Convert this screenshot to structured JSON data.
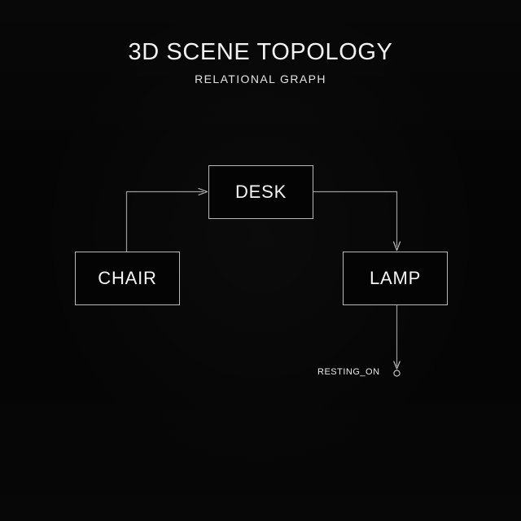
{
  "header": {
    "title": "3D SCENE TOPOLOGY",
    "subtitle": "RELATIONAL GRAPH"
  },
  "theme": {
    "background": "#050505",
    "stroke": "#b9b9b9",
    "text": "#f5f5f5",
    "edge": "#9a9a9a"
  },
  "graph": {
    "nodes": [
      {
        "id": "desk",
        "label": "DESK"
      },
      {
        "id": "chair",
        "label": "CHAIR"
      },
      {
        "id": "lamp",
        "label": "LAMP"
      }
    ],
    "edges": [
      {
        "from": "chair",
        "to": "desk",
        "label": ""
      },
      {
        "from": "desk",
        "to": "lamp",
        "label": ""
      },
      {
        "from": "lamp",
        "to": "terminal",
        "label": "RESTING_ON"
      }
    ],
    "edge_labels": {
      "resting_on": "RESTING_ON"
    }
  }
}
